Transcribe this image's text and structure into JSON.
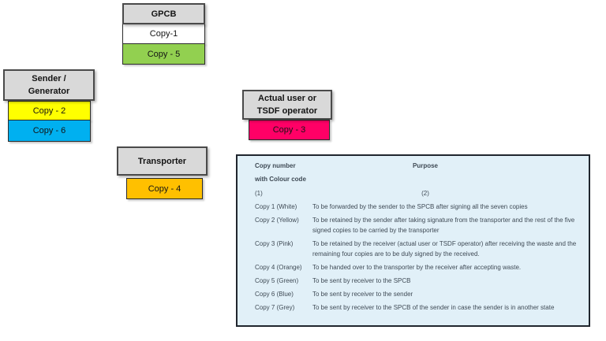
{
  "colors": {
    "header_fill": "#d9d9d9",
    "white_copy": "#ffffff",
    "green_copy": "#92d050",
    "yellow_copy": "#ffff00",
    "blue_copy": "#00b0f0",
    "pink_copy": "#ff0066",
    "orange_copy": "#ffc000",
    "table_bg": "#e1f0f8"
  },
  "entities": [
    {
      "title_lines": [
        "GPCB"
      ],
      "copies": [
        {
          "label": "Copy-1",
          "bg": "#ffffff"
        },
        {
          "label": "Copy - 5",
          "bg": "#92d050"
        }
      ]
    },
    {
      "title_lines": [
        "Sender /",
        "Generator"
      ],
      "copies": [
        {
          "label": "Copy - 2",
          "bg": "#ffff00"
        },
        {
          "label": "Copy - 6",
          "bg": "#00b0f0"
        }
      ]
    },
    {
      "title_lines": [
        "Actual user or",
        "TSDF operator"
      ],
      "copies": [
        {
          "label": "Copy - 3",
          "bg": "#ff0066"
        }
      ]
    },
    {
      "title_lines": [
        "Transporter"
      ],
      "copies": [
        {
          "label": "Copy - 4",
          "bg": "#ffc000"
        }
      ]
    }
  ],
  "table": {
    "header": {
      "col1_line1": "Copy number",
      "col1_line2": "with Colour code",
      "col1_index": "(1)",
      "col2": "Purpose",
      "col2_index": "(2)"
    },
    "rows": [
      {
        "copy": "Copy 1 (White)",
        "purpose": "To be forwarded by the sender to the SPCB after signing all the seven copies"
      },
      {
        "copy": "Copy 2 (Yellow)",
        "purpose": "To be retained by the sender after taking signature from the transporter and the rest of the five signed copies to be carried by the transporter"
      },
      {
        "copy": "Copy 3 (Pink)",
        "purpose": "To be retained by the receiver (actual user or TSDF operator) after receiving the waste and the remaining four copies are to be duly signed by the received."
      },
      {
        "copy": "Copy 4 (Orange)",
        "purpose": "To be handed over to the transporter by the receiver after accepting waste."
      },
      {
        "copy": "Copy 5 (Green)",
        "purpose": "To be sent by receiver to the SPCB"
      },
      {
        "copy": "Copy 6 (Blue)",
        "purpose": "To be sent by receiver to the sender"
      },
      {
        "copy": "Copy 7 (Grey)",
        "purpose": "To be sent by receiver to the SPCB of the sender in case the sender is in another state"
      }
    ]
  }
}
